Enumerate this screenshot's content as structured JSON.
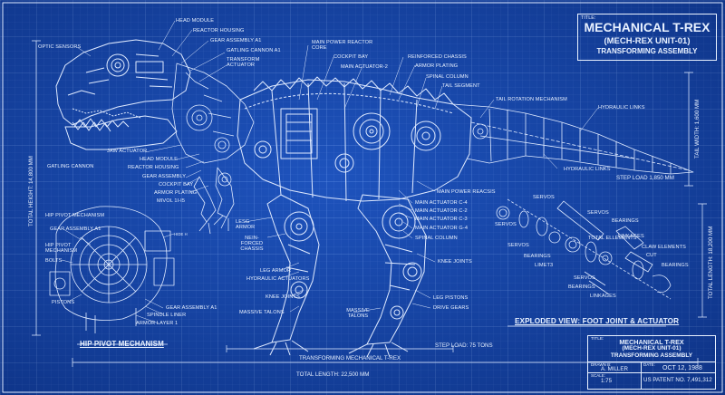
{
  "title_block": {
    "title_label": "TITLE:",
    "title": "MECHANICAL T-REX",
    "subtitle": "(MECH-REX UNIT-01)",
    "subtitle2": "TRANSFORMING ASSEMBLY"
  },
  "small_title_block": {
    "title_label": "TITLE:",
    "line1": "MECHANICAL T-REX",
    "line2": "(MECH-REX UNIT-01)",
    "line3": "TRANSFORMING ASSEMBLY",
    "drawn_label": "DRAWN B:",
    "drawn_by": "A. MILLER",
    "date_label": "DATE:",
    "date": "OCT 12, 1988",
    "scale_label": "SCALE:",
    "scale": "1:75",
    "patent": "US PATENT NO. 7,491,312"
  },
  "dimensions": {
    "total_height": "TOTAL HEIGHT: 14,800 MM",
    "total_length_bottom": "TOTAL LENGTH: 22,500 MM",
    "transforming_assembly": "TRANSFORMING MECHANICAL T-REX",
    "tail_width": "TAIL WIDTH: 1,600 MM",
    "total_length_right": "TOTAL LENGTH: 18,200 MM",
    "step_load_tail": "STEP LOAD 1,850 MM",
    "step_load_75": "STEP LOAD: 75 TONS"
  },
  "section_titles": {
    "hip_pivot_top": "HIP PIVOT MECHANISM",
    "hip_pivot_bottom": "HIP PIVOT MECHANISM",
    "exploded": "EXPLODED VIEW: FOOT JOINT & ACTUATOR"
  },
  "head_labels": {
    "head_module": "HEAD MODULE",
    "reactor_housing": "REACTOR HOUSING",
    "gear_assembly_a1": "GEAR ASSEMBLY A1",
    "gatling_cannon_a1": "GATLING CANNON A1",
    "transform_actuator": "TRANSFORM ACTUATOR",
    "optic_sensors": "OPTIC SENSORS",
    "jaw_actuator": "JAW ACTUATOR",
    "head_module_2": "HEAD MODULE",
    "gatling_cannon": "GATLING CANNON",
    "reactor_housing_2": "REACTOR HOUSING",
    "gear_assembly": "GEAR ASSEMBLY",
    "cockpit_bay": "COCKPIT BAY",
    "armor_plating": "ARMOR PLATING",
    "mivol": "MIVOL 1I-I5"
  },
  "body_labels": {
    "main_power_reactor_core": "MAIN POWER REACTOR CORE",
    "cockpit_bay": "COCKPIT BAY",
    "main_actuator_2": "MAIN ACTUATOR-2",
    "reinforced_chassis": "REINFORCED CHASSIS",
    "armor_plating": "ARMOR PLATING",
    "spinal_column": "SPINAL COLUMN",
    "tail_segment": "TAIL SEGMENT",
    "tail_rotation": "TAIL ROTATION MECHANISM",
    "hydraulic_links": "HYDRAULIC LINKS",
    "hydraulic_links_2": "HYDRAULIC LINKS",
    "main_power_reacsis": "MAIN POWER REACSIS",
    "main_actuator_c4": "MAIN ACTUATOR C-4",
    "main_actuator_c2": "MAIN ACTUATOR C-2",
    "main_actuator_c3": "MAIN ACTUATOR C-3",
    "main_actuator_g4": "MAIN ACTUATOR G-4",
    "spinal_column_2": "SPINAL COLUMN",
    "legs_armor": "LESG ARMOR",
    "nein_forced_chassis": "NEIN-FORCED CHASSIS",
    "leg_armor": "LEG ARMOR",
    "hydraulic_actuators": "HYDRAULIC ACTUATORS",
    "knee_joints": "KNEE JOINTS",
    "knee_joints_2": "KNEE JOINTS",
    "massive_talons": "MASSIVE TALONS",
    "massive_talons_2": "MASSIVE TALONS",
    "leg_pistons": "LEG PISTONS",
    "drive_gears": "DRIVE GEARS"
  },
  "hip_labels": {
    "gear_assembly_a1": "GEAR ASSEMBLY A1",
    "hip_pivot_mechanism": "HIP PIVOT MECHANISM",
    "bolts": "BOLTS",
    "pistons": "PISTONS",
    "gear_assembly_a1_2": "GEAR ASSEMBLY A1",
    "spindle_liner": "SPINDLE LINER",
    "armor_layer": "ARMOR LAYER 1",
    "hide_h": "HIDE H"
  },
  "exploded_labels": {
    "servos_1": "SERVOS",
    "servos_2": "SERVOS",
    "servos_3": "SERVOS",
    "servos_4": "SERVOS",
    "bearings_1": "BEARINGS",
    "bearings_2": "BEARINGS",
    "bearings_3": "BEARINGS",
    "bearings_4": "BEARINGS",
    "limet": "LIMET3",
    "linkages_1": "LINKAGES",
    "linkages_2": "LINKAGES",
    "claw_elements": "CLAW ELEMENTS",
    "cut": "CUT",
    "total_elements": "TOTAL ELLEMENTS",
    "servos_5": "SERVOS"
  },
  "colors": {
    "paper": "#1447b0",
    "ink": "#e8f1ff"
  }
}
